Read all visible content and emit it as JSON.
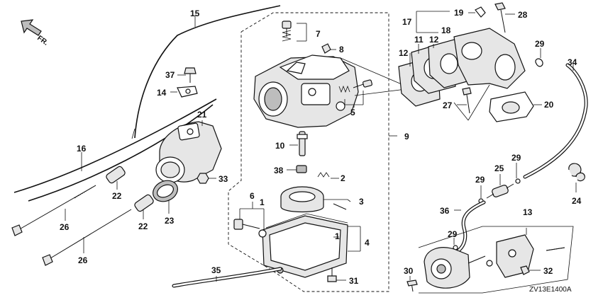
{
  "direction_marker": "FR.",
  "diagram_code": "ZV13E1400A",
  "part_numbers": [
    "1",
    "2",
    "3",
    "4",
    "5",
    "6",
    "7",
    "8",
    "9",
    "10",
    "11",
    "12",
    "12",
    "13",
    "14",
    "15",
    "16",
    "17",
    "18",
    "19",
    "20",
    "21",
    "22",
    "22",
    "23",
    "24",
    "25",
    "26",
    "26",
    "27",
    "28",
    "29",
    "29",
    "29",
    "29",
    "30",
    "31",
    "32",
    "33",
    "34",
    "35",
    "36",
    "37",
    "38"
  ]
}
